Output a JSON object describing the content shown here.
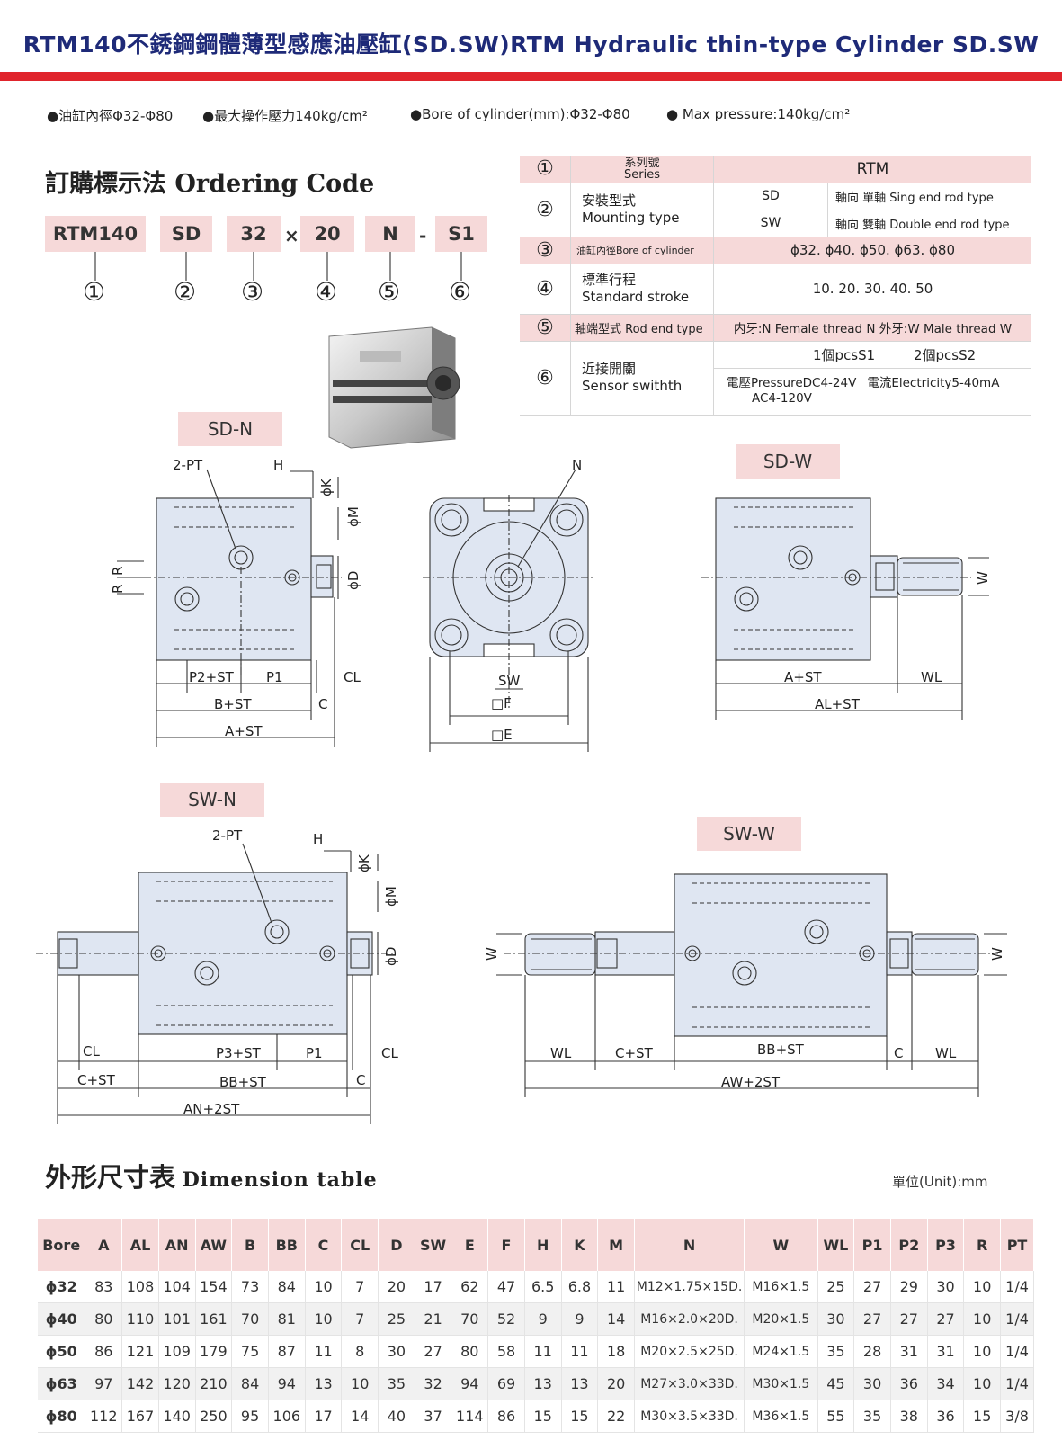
{
  "title": "RTM140不銹鋼鋼體薄型感應油壓缸(SD.SW)RTM Hydraulic thin-type Cylinder SD.SW",
  "specs": {
    "cn_1": "●油缸內徑Φ32-Φ80",
    "cn_2": "●最大操作壓力140kg/cm²",
    "en_1": "●Bore of cylinder(mm):Φ32-Φ80",
    "en_2": "● Max pressure:140kg/cm²"
  },
  "ordering": {
    "heading_cn": "訂購標示法",
    "heading_en": "Ordering Code",
    "codes": [
      "RTM140",
      "SD",
      "32",
      "20",
      "N",
      "S1"
    ],
    "sep_x": "×",
    "sep_dash": "-",
    "circles": [
      "①",
      "②",
      "③",
      "④",
      "⑤",
      "⑥"
    ],
    "table": {
      "r1": {
        "num": "①",
        "label_cn": "系列號",
        "label_en": "Series",
        "value": "RTM"
      },
      "r2": {
        "num": "②",
        "label_cn": "安裝型式",
        "label_en": "Mounting type",
        "sd": "SD",
        "sd_desc": "軸向  單軸 Sing end rod type",
        "sw": "SW",
        "sw_desc": "軸向  雙軸 Double end rod type"
      },
      "r3": {
        "num": "③",
        "label": "油缸內徑Bore of cylinder",
        "value": "ϕ32. ϕ40. ϕ50. ϕ63. ϕ80"
      },
      "r4": {
        "num": "④",
        "label_cn": "標準行程",
        "label_en": "Standard stroke",
        "value": "10. 20. 30. 40. 50"
      },
      "r5": {
        "num": "⑤",
        "label": "軸端型式 Rod end type",
        "value": "内牙:N Female thread N   外牙:W Male thread W"
      },
      "r6": {
        "num": "⑥",
        "label_cn": "近接開關",
        "label_en": "Sensor swithth",
        "s1": "1個pcsS1",
        "s2": "2個pcsS2",
        "v1": "電壓PressureDC4-24V",
        "v1b": "AC4-120V",
        "v2": "電流Electricity5-40mA"
      }
    }
  },
  "views": {
    "sdn": "SD-N",
    "sdw": "SD-W",
    "swn": "SW-N",
    "sww": "SW-W"
  },
  "dims": {
    "two_pt": "2-PT",
    "H": "H",
    "phiK": "ϕK",
    "phiM": "ϕM",
    "phiD": "ϕD",
    "R": "R",
    "p2st": "P2+ST",
    "p1": "P1",
    "cl": "CL",
    "bst": "B+ST",
    "c": "C",
    "ast": "A+ST",
    "n": "N",
    "sw": "SW",
    "f": "□F",
    "e": "□E",
    "w": "W",
    "wl": "WL",
    "alst": "AL+ST",
    "p3st": "P3+ST",
    "cst": "C+ST",
    "bbst": "BB+ST",
    "an2st": "AN+2ST",
    "aw2st": "AW+2ST"
  },
  "dimension_table": {
    "heading_cn": "外形尺寸表",
    "heading_en": "Dimension table",
    "unit": "單位(Unit):mm",
    "headers": [
      "Bore",
      "A",
      "AL",
      "AN",
      "AW",
      "B",
      "BB",
      "C",
      "CL",
      "D",
      "SW",
      "E",
      "F",
      "H",
      "K",
      "M",
      "N",
      "W",
      "WL",
      "P1",
      "P2",
      "P3",
      "R",
      "PT"
    ],
    "rows": [
      [
        "ϕ32",
        "83",
        "108",
        "104",
        "154",
        "73",
        "84",
        "10",
        "7",
        "20",
        "17",
        "62",
        "47",
        "6.5",
        "6.8",
        "11",
        "M12×1.75×15D.",
        "M16×1.5",
        "25",
        "27",
        "29",
        "30",
        "10",
        "1/4"
      ],
      [
        "ϕ40",
        "80",
        "110",
        "101",
        "161",
        "70",
        "81",
        "10",
        "7",
        "25",
        "21",
        "70",
        "52",
        "9",
        "9",
        "14",
        "M16×2.0×20D.",
        "M20×1.5",
        "30",
        "27",
        "27",
        "27",
        "10",
        "1/4"
      ],
      [
        "ϕ50",
        "86",
        "121",
        "109",
        "179",
        "75",
        "87",
        "11",
        "8",
        "30",
        "27",
        "80",
        "58",
        "11",
        "11",
        "18",
        "M20×2.5×25D.",
        "M24×1.5",
        "35",
        "28",
        "31",
        "31",
        "10",
        "1/4"
      ],
      [
        "ϕ63",
        "97",
        "142",
        "120",
        "210",
        "84",
        "94",
        "13",
        "10",
        "35",
        "32",
        "94",
        "69",
        "13",
        "13",
        "20",
        "M27×3.0×33D.",
        "M30×1.5",
        "45",
        "30",
        "36",
        "34",
        "10",
        "1/4"
      ],
      [
        "ϕ80",
        "112",
        "167",
        "140",
        "250",
        "95",
        "106",
        "17",
        "14",
        "40",
        "37",
        "114",
        "86",
        "15",
        "15",
        "22",
        "M30×3.5×33D.",
        "M36×1.5",
        "55",
        "35",
        "38",
        "36",
        "15",
        "3/8"
      ]
    ]
  },
  "colors": {
    "title": "#1e2a78",
    "accent_bar": "#e0242c",
    "pink": "#f6d9d9",
    "drawing_fill": "#dfe6f2"
  }
}
